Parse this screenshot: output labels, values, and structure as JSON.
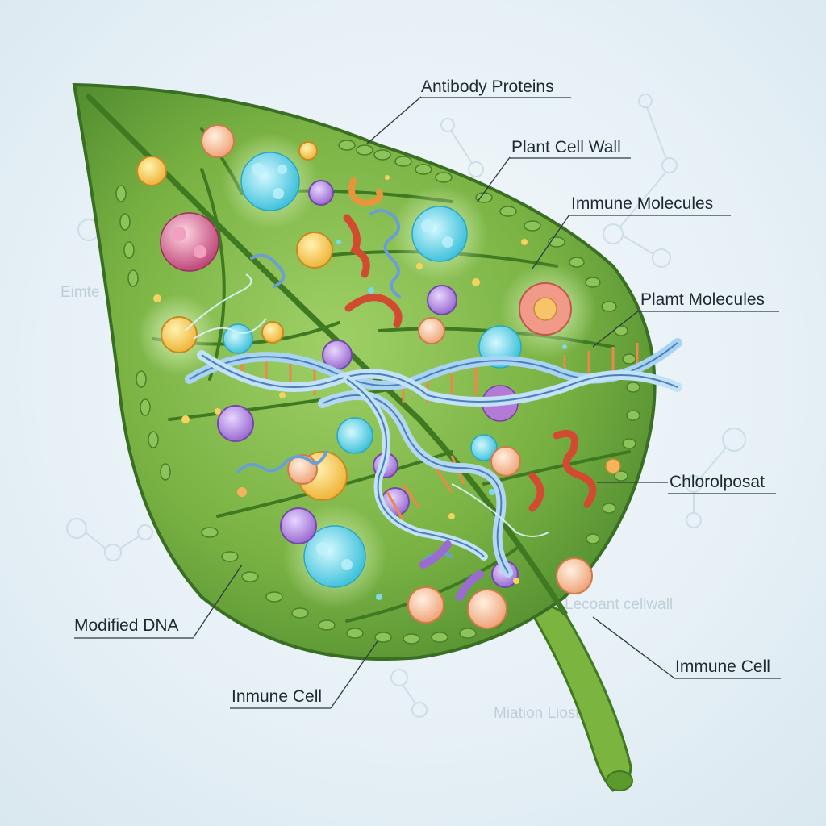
{
  "labels": {
    "antibody_proteins": "Antibody Proteins",
    "plant_cell_wall": "Plant Cell Wall",
    "immune_molecules": "Immune Molecules",
    "plant_molecules": "Plamt Molecules",
    "chloroplast": "Chlorolposat",
    "modified_dna": "Modified DNA",
    "inmune_cell": "Inmune Cell",
    "immune_cell": "Immune Cell"
  },
  "background_text": {
    "left": "Eimte",
    "right": "Lecoant cellwall",
    "bottom": "Miation Liosteron"
  },
  "colors": {
    "leaf_dark": "#4e8a2e",
    "leaf_light": "#8cc152",
    "dna": "#a9d3f2",
    "cyan_cluster": "#6fd9ea",
    "purple_cell": "#b98fe0",
    "peach_cell": "#f7c9a8",
    "red_molecule": "#e0583c"
  }
}
